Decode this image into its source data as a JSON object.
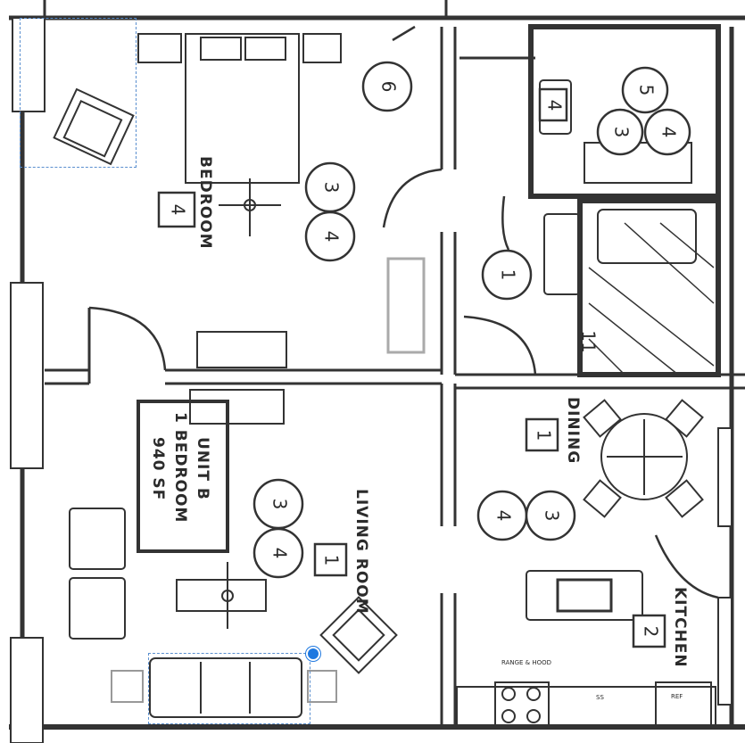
{
  "unit_box": {
    "line1": "UNIT B",
    "line2": "1 BEDROOM",
    "line3": "940 SF"
  },
  "room_labels": {
    "bedroom": "BEDROOM",
    "living": "LIVING ROOM",
    "dining": "DINING",
    "kitchen": "KITCHEN"
  },
  "key_markers": {
    "bed_6": "6",
    "bed_3": "3",
    "bed_4": "4",
    "bed_sq": "4",
    "bath_4": "4",
    "bath_5": "5",
    "bath_3": "3",
    "bath_4b": "4",
    "bath_1": "1",
    "bath_11": "11",
    "liv_3": "3",
    "liv_4": "4",
    "liv_sq": "1",
    "din_sq": "1",
    "din_4": "4",
    "din_3": "3",
    "kit_sq": "2"
  },
  "small_text": {
    "range": "RANGE & HOOD",
    "sink": "SS",
    "fridge": "REF"
  },
  "colors": {
    "line": "#333333",
    "selection": "#5a8fcf",
    "handle": "#1e78e0"
  }
}
